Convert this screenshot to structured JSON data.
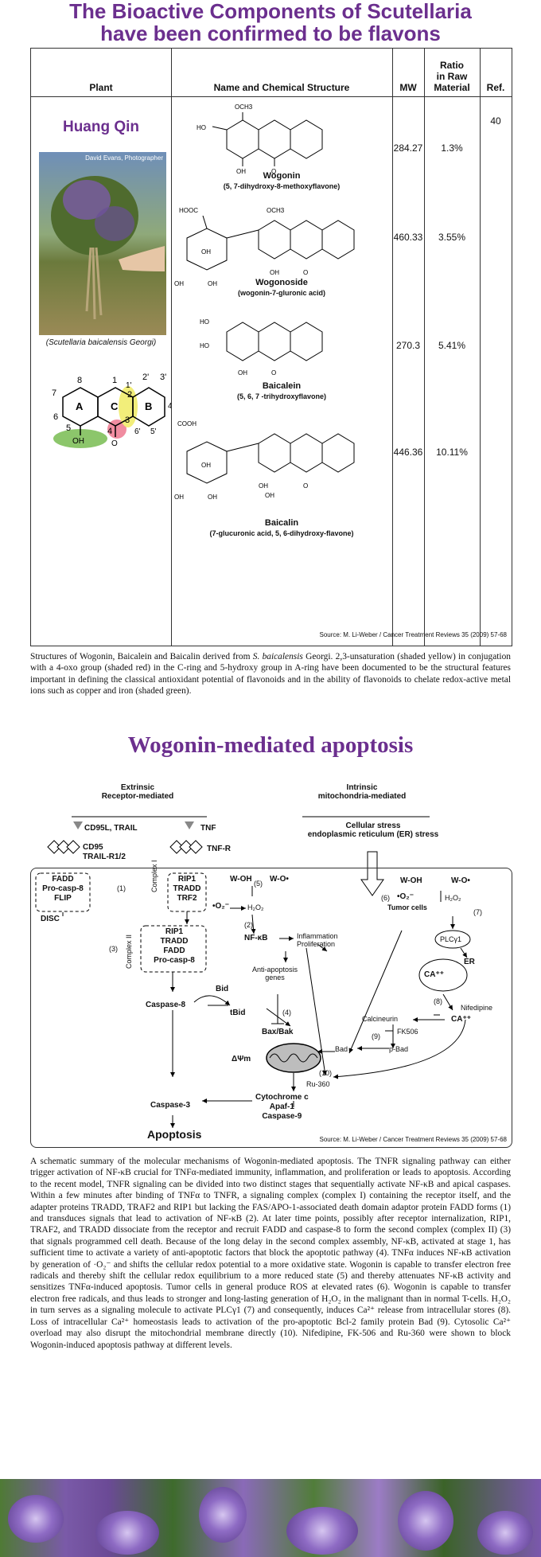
{
  "title": {
    "line1": "The Bioactive Components of Scutellaria",
    "line2": "have been confirmed to be flavons"
  },
  "table": {
    "headers": {
      "plant": "Plant",
      "name": "Name and Chemical Structure",
      "mw": "MW",
      "ratio_l1": "Ratio",
      "ratio_l2": "in Raw",
      "ratio_l3": "Material",
      "ref": "Ref."
    },
    "plant_name": "Huang Qin",
    "photo_credit": "David Evans, Photographer",
    "plant_latin": "(Scutellaria baicalensis Georgi)",
    "ref_value": "40",
    "rows": [
      {
        "name": "Wogonin",
        "sub": "(5, 7-dihydroxy-8-methoxyflavone)",
        "mw": "284.27",
        "ratio": "1.3%"
      },
      {
        "name": "Wogonoside",
        "sub": "(wogonin-7-gluronic acid)",
        "mw": "460.33",
        "ratio": "3.55%"
      },
      {
        "name": "Baicalein",
        "sub": "(5, 6, 7 -trihydroxyflavone)",
        "mw": "270.3",
        "ratio": "5.41%"
      },
      {
        "name": "Baicalin",
        "sub": "(7-glucuronic acid, 5, 6-dihydroxy-flavone)",
        "mw": "446.36",
        "ratio": "10.11%"
      }
    ],
    "atoms": {
      "och3": "OCH3",
      "ho": "HO",
      "oh": "OH",
      "o": "O",
      "hooc": "HOOC",
      "cooh": "COOH"
    },
    "scaffold": {
      "n8": "8",
      "n1": "1",
      "n2p": "2'",
      "n3p": "3'",
      "n7": "7",
      "nA": "A",
      "nC": "C",
      "n2": "2",
      "n1p": "1'",
      "nB": "B",
      "n4p": "4'",
      "n6": "6",
      "n5": "5",
      "n3": "3",
      "n4": "4",
      "n6p": "6'",
      "n5p": "5'",
      "oh": "OH",
      "o": "O"
    },
    "source": "Source: M. Li-Weber / Cancer Treatment Reviews 35 (2009) 57-68"
  },
  "para1": {
    "pre": "Structures of Wogonin, Baicalein and Baicalin derived from ",
    "italic": "S. baicalensis",
    "post": " Georgi. 2,3-unsaturation (shaded yellow) in conjugation with a 4-oxo group (shaded red) in the C-ring and 5-hydroxy group in A-ring have been documented to be the structural features important in defining the classical antioxidant potential of  flavonoids and in the ability of flavonoids to chelate redox-active metal ions such as copper and iron (shaded green)."
  },
  "title2": "Wogonin-mediated apoptosis",
  "diagram": {
    "extrinsic_l1": "Extrinsic",
    "extrinsic_l2": "Receptor-mediated",
    "intrinsic_l1": "Intrinsic",
    "intrinsic_l2": "mitochondria-mediated",
    "ligand1": "CD95L, TRAIL",
    "ligand2": "TNF",
    "receptor1_l1": "CD95",
    "receptor1_l2": "TRAIL-R1/2",
    "receptor2": "TNF-R",
    "stress_l1": "Cellular stress",
    "stress_l2": "endoplasmic reticulum (ER) stress",
    "disc_l1": "FADD",
    "disc_l2": "Pro-casp-8",
    "disc_l3": "FLIP",
    "disc_label": "DISC",
    "cplx1_l1": "RIP1",
    "cplx1_l2": "TRADD",
    "cplx1_l3": "TRF2",
    "cplx1_label": "Complex I",
    "cplx2_l1": "RIP1",
    "cplx2_l2": "TRADD",
    "cplx2_l3": "FADD",
    "cplx2_l4": "Pro-casp-8",
    "cplx2_label": "Complex II",
    "n1": "(1)",
    "n2": "(2)",
    "n3": "(3)",
    "n4": "(4)",
    "n5": "(5)",
    "n6": "(6)",
    "n7": "(7)",
    "n8": "(8)",
    "n9": "(9)",
    "n10": "(10)",
    "woh": "W-OH",
    "wo": "W-O•",
    "o2": "•O₂⁻",
    "h2o2": "H₂O₂",
    "woh2": "W-OH",
    "wo2": "W-O•",
    "o2b": "•O₂⁻",
    "h2o2b": "H₂O₂",
    "tumor": "Tumor cells",
    "nfkb": "NF-κB",
    "inflam_l1": "Inflammation",
    "inflam_l2": "Proliferation",
    "antiapop_l1": "Anti-apoptosis",
    "antiapop_l2": "genes",
    "plc": "PLCγ1",
    "er": "ER",
    "ca1": "CA⁺⁺",
    "ca2": "CA⁺⁺",
    "nifedipine": "Nifedipine",
    "calcineurin": "Calcineurin",
    "fk506": "FK506",
    "bad": "Bad",
    "pbad": "p-Bad",
    "casp8": "Caspase-8",
    "bid": "Bid",
    "tbid": "tBid",
    "baxbak": "Bax/Bak",
    "dpsi": "ΔΨm",
    "ru360": "Ru-360",
    "cytc_l1": "Cytochrome c",
    "cytc_l2": "Apaf-1",
    "cytc_l3": "Caspase-9",
    "casp3": "Caspase-3",
    "apoptosis": "Apoptosis",
    "source": "Source: M. Li-Weber / Cancer Treatment Reviews 35 (2009) 57-68"
  },
  "para2": "A schematic summary of the molecular mechanisms of Wogonin-mediated apoptosis. The TNFR signaling pathway can either trigger activation of NF-κB crucial for TNFα-mediated immunity, inflammation, and proliferation or leads to apoptosis. According to the recent model, TNFR signaling can be divided into two distinct stages that sequentially activate NF-κB and apical caspases. Within a few minutes after binding of TNFα to TNFR, a signaling complex (complex I) containing the receptor itself, and the adapter proteins TRADD, TRAF2 and RIP1 but lacking the FAS/APO-1-associated death domain adaptor protein FADD forms (1) and transduces signals that lead to activation of NF-κB (2). At later time points, possibly after receptor internalization, RIP1, TRAF2, and TRADD dissociate from the receptor and recruit FADD and caspase-8 to form the second complex (complex II) (3) that signals programmed cell death. Because of the long delay in the second complex assembly, NF-κB, activated at stage 1, has sufficient time to activate a variety of anti-apoptotic factors that block the apoptotic pathway (4). TNFα induces NF-κB activation by generation of ·O₂⁻ and shifts the cellular redox potential to a more oxidative state. Wogonin is capable to transfer electron free radicals and thereby shift the cellular redox equilibrium to a more reduced state (5) and thereby attenuates NF-κB activity and sensitizes TNFα-induced apoptosis. Tumor cells in general produce ROS at elevated rates (6). Wogonin is capable to transfer electron free radicals, and thus leads to stronger and long-lasting generation of H₂O₂ in the malignant than in normal T-cells. H₂O₂ in turn serves as a signaling molecule to activate PLCγ1 (7) and consequently, induces Ca²⁺ release from intracellular stores (8). Loss of intracellular Ca²⁺ homeostasis leads to activation of the pro-apoptotic Bcl-2 family protein Bad (9). Cytosolic Ca²⁺ overload may also disrupt the mitochondrial membrane directly (10). Nifedipine, FK-506 and Ru-360 were shown to block Wogonin-induced apoptosis pathway at different levels."
}
